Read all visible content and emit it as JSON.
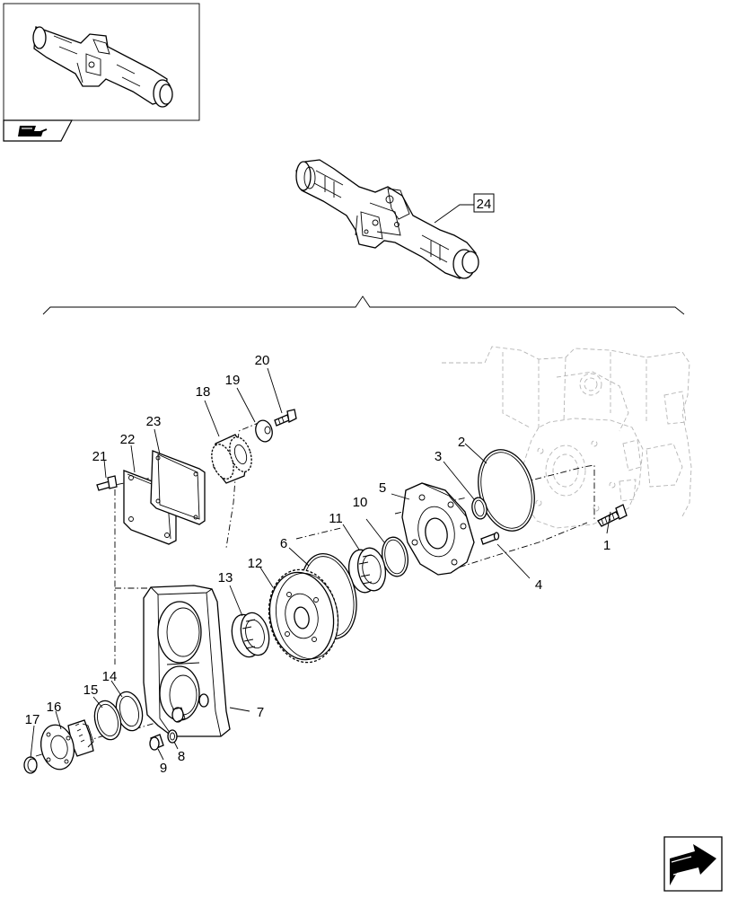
{
  "reference_box": {
    "label": "24"
  },
  "callouts": [
    "1",
    "2",
    "3",
    "4",
    "5",
    "6",
    "7",
    "8",
    "9",
    "10",
    "11",
    "12",
    "13",
    "14",
    "15",
    "16",
    "17",
    "18",
    "19",
    "20",
    "21",
    "22",
    "23"
  ]
}
